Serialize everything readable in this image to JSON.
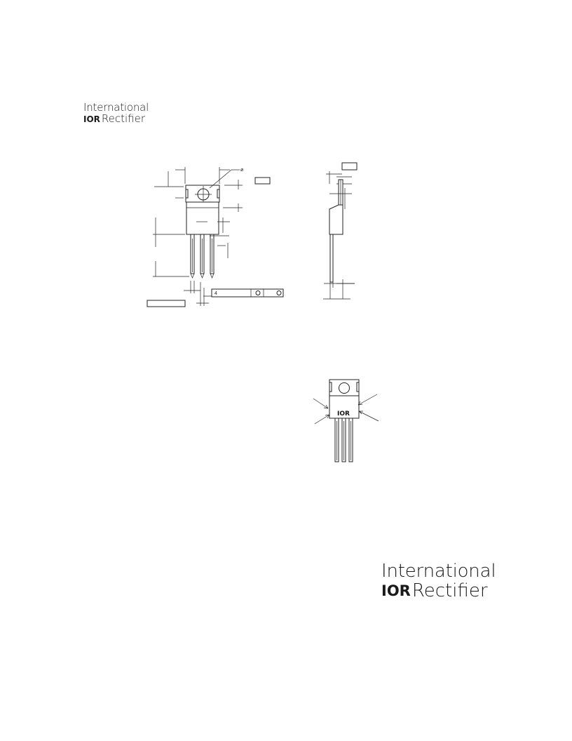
{
  "logo_top": {
    "line1": "International",
    "ior": "IOR",
    "line2": "Rectifier"
  },
  "logo_bottom": {
    "line1": "International",
    "ior": "IOR",
    "line2": "Rectifier"
  },
  "drawing": {
    "diameter_symbol": "ø",
    "pin_mark": "4"
  },
  "part_marking": {
    "ior_mark": "IOR"
  }
}
